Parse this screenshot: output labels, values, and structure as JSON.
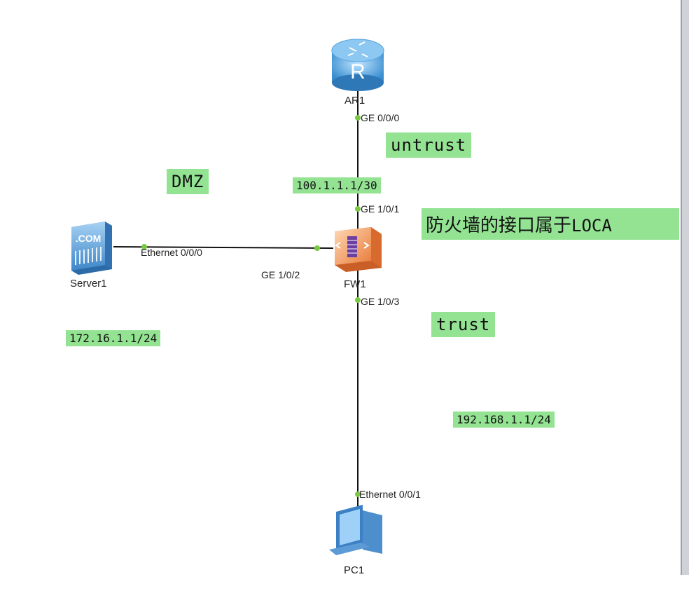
{
  "devices": {
    "router": {
      "label": "AR1",
      "icon": "router-icon",
      "glyph": "R"
    },
    "firewall": {
      "label": "FW1",
      "icon": "firewall-icon"
    },
    "server": {
      "label": "Server1",
      "icon": "server-icon",
      "glyph": ".COM"
    },
    "pc": {
      "label": "PC1",
      "icon": "pc-icon"
    }
  },
  "ports": {
    "ar1_ge000": "GE 0/0/0",
    "fw_ge101": "GE 1/0/1",
    "fw_ge102": "GE 1/0/2",
    "fw_ge103": "GE 1/0/3",
    "server_eth000": "Ethernet 0/0/0",
    "pc_eth001": "Ethernet 0/0/1"
  },
  "zones": {
    "untrust": "untrust",
    "dmz": "DMZ",
    "trust": "trust",
    "local_note_cn": "防火墙的接口属于",
    "local_note_en": "LOCA"
  },
  "addresses": {
    "untrust_ip": "100.1.1.1/30",
    "dmz_ip": "172.16.1.1/24",
    "trust_ip": "192.168.1.1/24"
  },
  "colors": {
    "tag_bg": "#93e393",
    "link": "#111111",
    "port_dot": "#7ac943",
    "router_blue": "#3a8fd0",
    "firewall_orange": "#e87b3a"
  }
}
